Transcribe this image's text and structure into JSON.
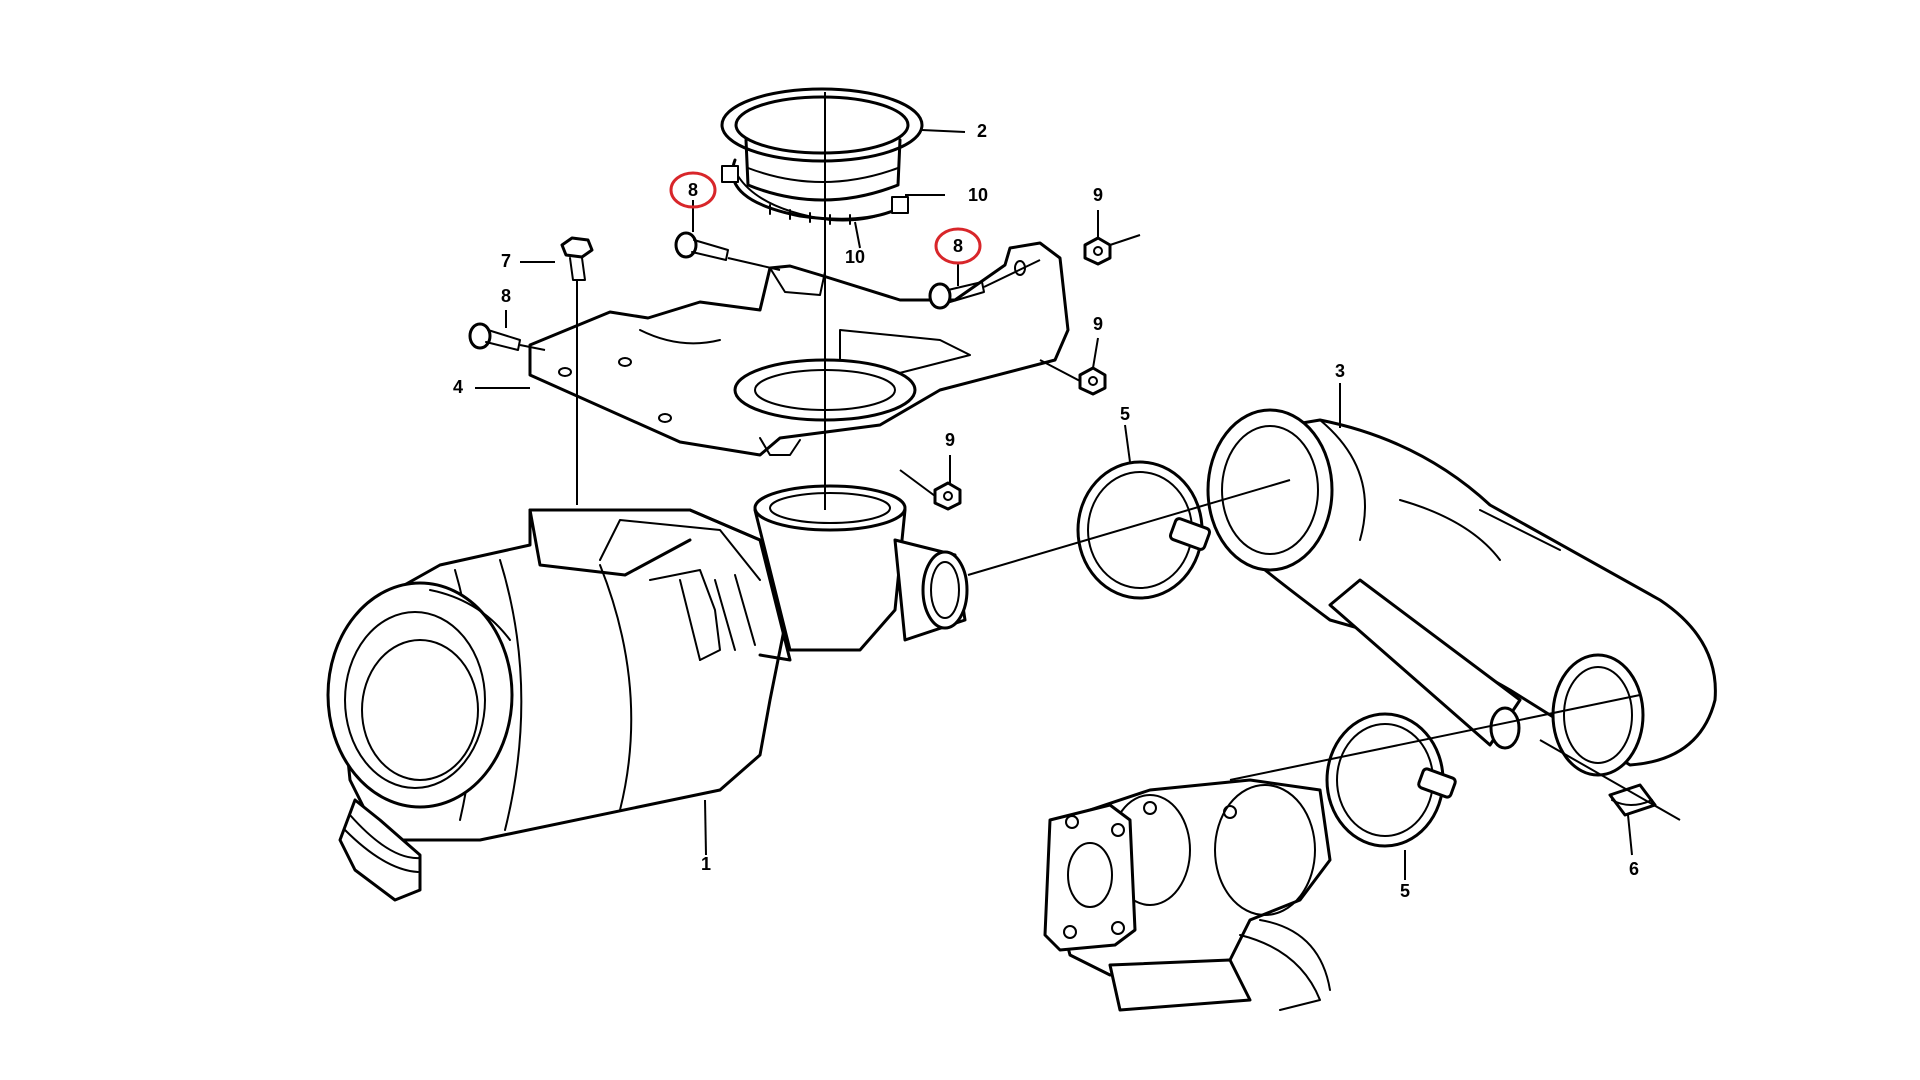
{
  "diagram": {
    "type": "exploded parts diagram",
    "highlight_color": "#d8262a",
    "callouts": {
      "c1": "1",
      "c2": "2",
      "c3": "3",
      "c4": "4",
      "c5a": "5",
      "c5b": "5",
      "c6": "6",
      "c7": "7",
      "c8a": "8",
      "c8b": "8",
      "c8c": "8",
      "c9a": "9",
      "c9b": "9",
      "c9c": "9",
      "c10a": "10",
      "c10b": "10"
    },
    "highlighted_callouts": [
      "c8b",
      "c8c"
    ]
  }
}
